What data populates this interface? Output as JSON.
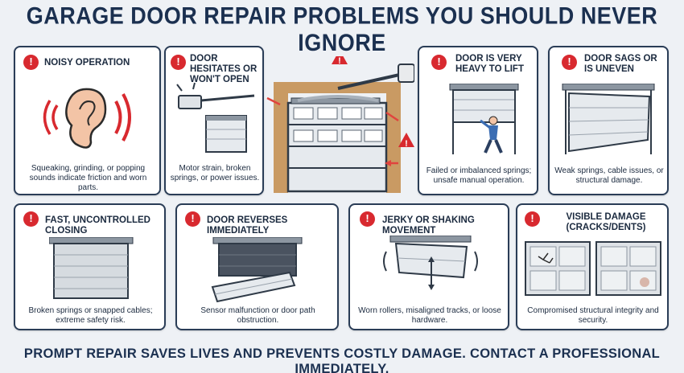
{
  "title": "GARAGE DOOR REPAIR PROBLEMS YOU SHOULD NEVER IGNORE",
  "footer": "PROMPT REPAIR SAVES LIVES AND PREVENTS COSTLY DAMAGE. CONTACT A PROFESSIONAL IMMEDIATELY.",
  "icons": {
    "warning": "warning-icon"
  },
  "colors": {
    "warning": "#d8292f",
    "border": "#2a3d57",
    "title": "#1b3050",
    "arrow": "#e0443e"
  },
  "cards": [
    {
      "title": "NOISY OPERATION",
      "desc": "Squeaking, grinding, or popping sounds indicate friction and worn parts."
    },
    {
      "title": "DOOR HESITATES OR WON'T OPEN",
      "desc": "Motor strain, broken springs, or power issues."
    },
    {
      "title": "DOOR IS VERY HEAVY TO LIFT",
      "desc": "Failed or imbalanced springs; unsafe manual operation."
    },
    {
      "title": "DOOR SAGS OR IS UNEVEN",
      "desc": "Weak springs, cable issues, or structural damage."
    },
    {
      "title": "FAST, UNCONTROLLED CLOSING",
      "desc": "Broken springs or snapped cables; extreme safety risk."
    },
    {
      "title": "DOOR REVERSES IMMEDIATELY",
      "desc": "Sensor malfunction or door path obstruction."
    },
    {
      "title": "JERKY OR SHAKING MOVEMENT",
      "desc": "Worn rollers, misaligned tracks, or loose hardware."
    },
    {
      "title": "VISIBLE DAMAGE (CRACKS/DENTS)",
      "desc": "Compromised structural integrity and security."
    }
  ]
}
